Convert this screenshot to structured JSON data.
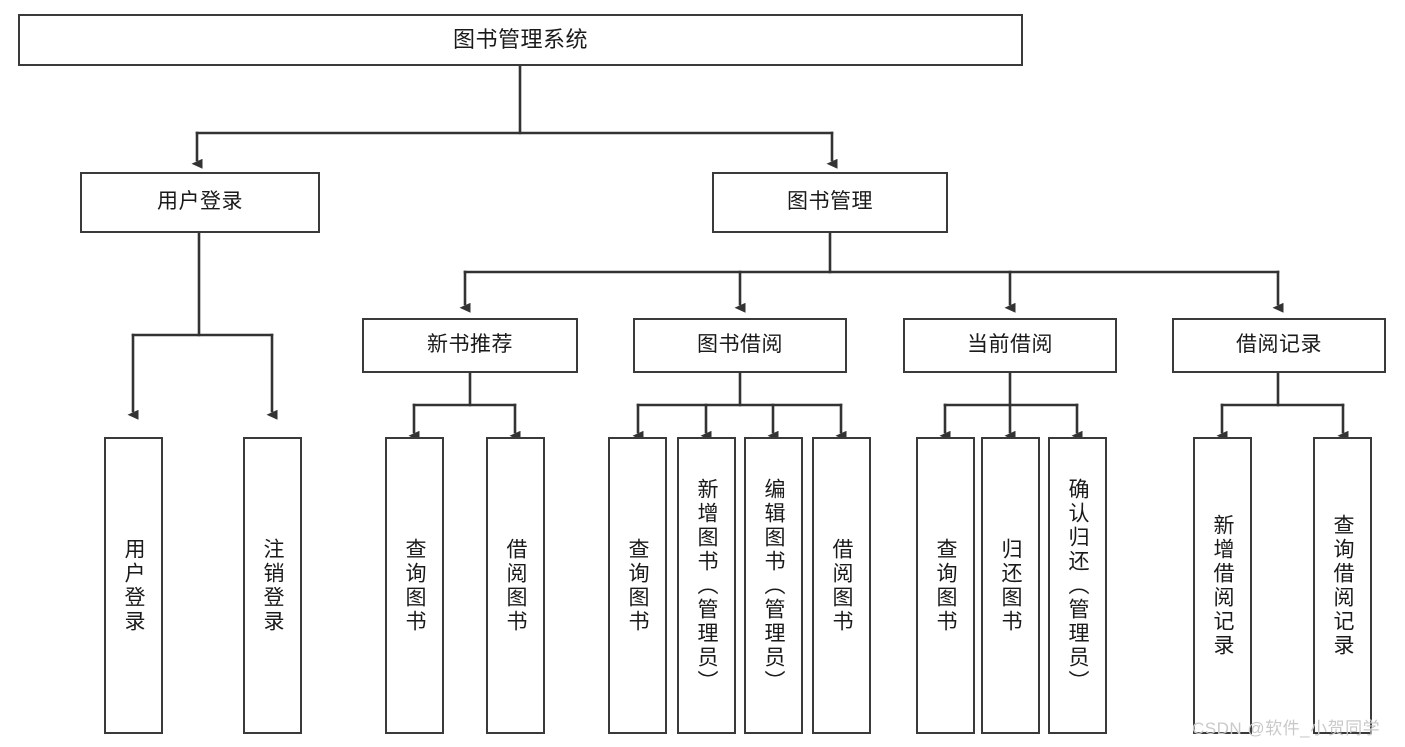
{
  "diagram": {
    "title": "图书管理系统",
    "type": "tree-hierarchy-chart",
    "colors": {
      "box_border": "#3a3a3a",
      "box_fill": "#ffffff",
      "connector": "#333333",
      "text": "#1a1a1a",
      "watermark": "#c9c9c9",
      "background": "#ffffff"
    },
    "root": {
      "label": "图书管理系统"
    },
    "level1": [
      {
        "label": "用户登录"
      },
      {
        "label": "图书管理"
      }
    ],
    "level2": [
      {
        "label": "新书推荐"
      },
      {
        "label": "图书借阅"
      },
      {
        "label": "当前借阅"
      },
      {
        "label": "借阅记录"
      }
    ],
    "leaves": {
      "user_login": [
        {
          "label": "用户登录"
        },
        {
          "label": "注销登录"
        }
      ],
      "new_book_recommend": [
        {
          "label": "查询图书"
        },
        {
          "label": "借阅图书"
        }
      ],
      "book_borrow": [
        {
          "label": "查询图书"
        },
        {
          "label": "新增图书（管理员）"
        },
        {
          "label": "编辑图书（管理员）"
        },
        {
          "label": "借阅图书"
        }
      ],
      "current_borrow": [
        {
          "label": "查询图书"
        },
        {
          "label": "归还图书"
        },
        {
          "label": "确认归还（管理员）"
        }
      ],
      "borrow_record": [
        {
          "label": "新增借阅记录"
        },
        {
          "label": "查询借阅记录"
        }
      ]
    }
  },
  "watermark": {
    "text": "CSDN @软件_小贺同学"
  }
}
